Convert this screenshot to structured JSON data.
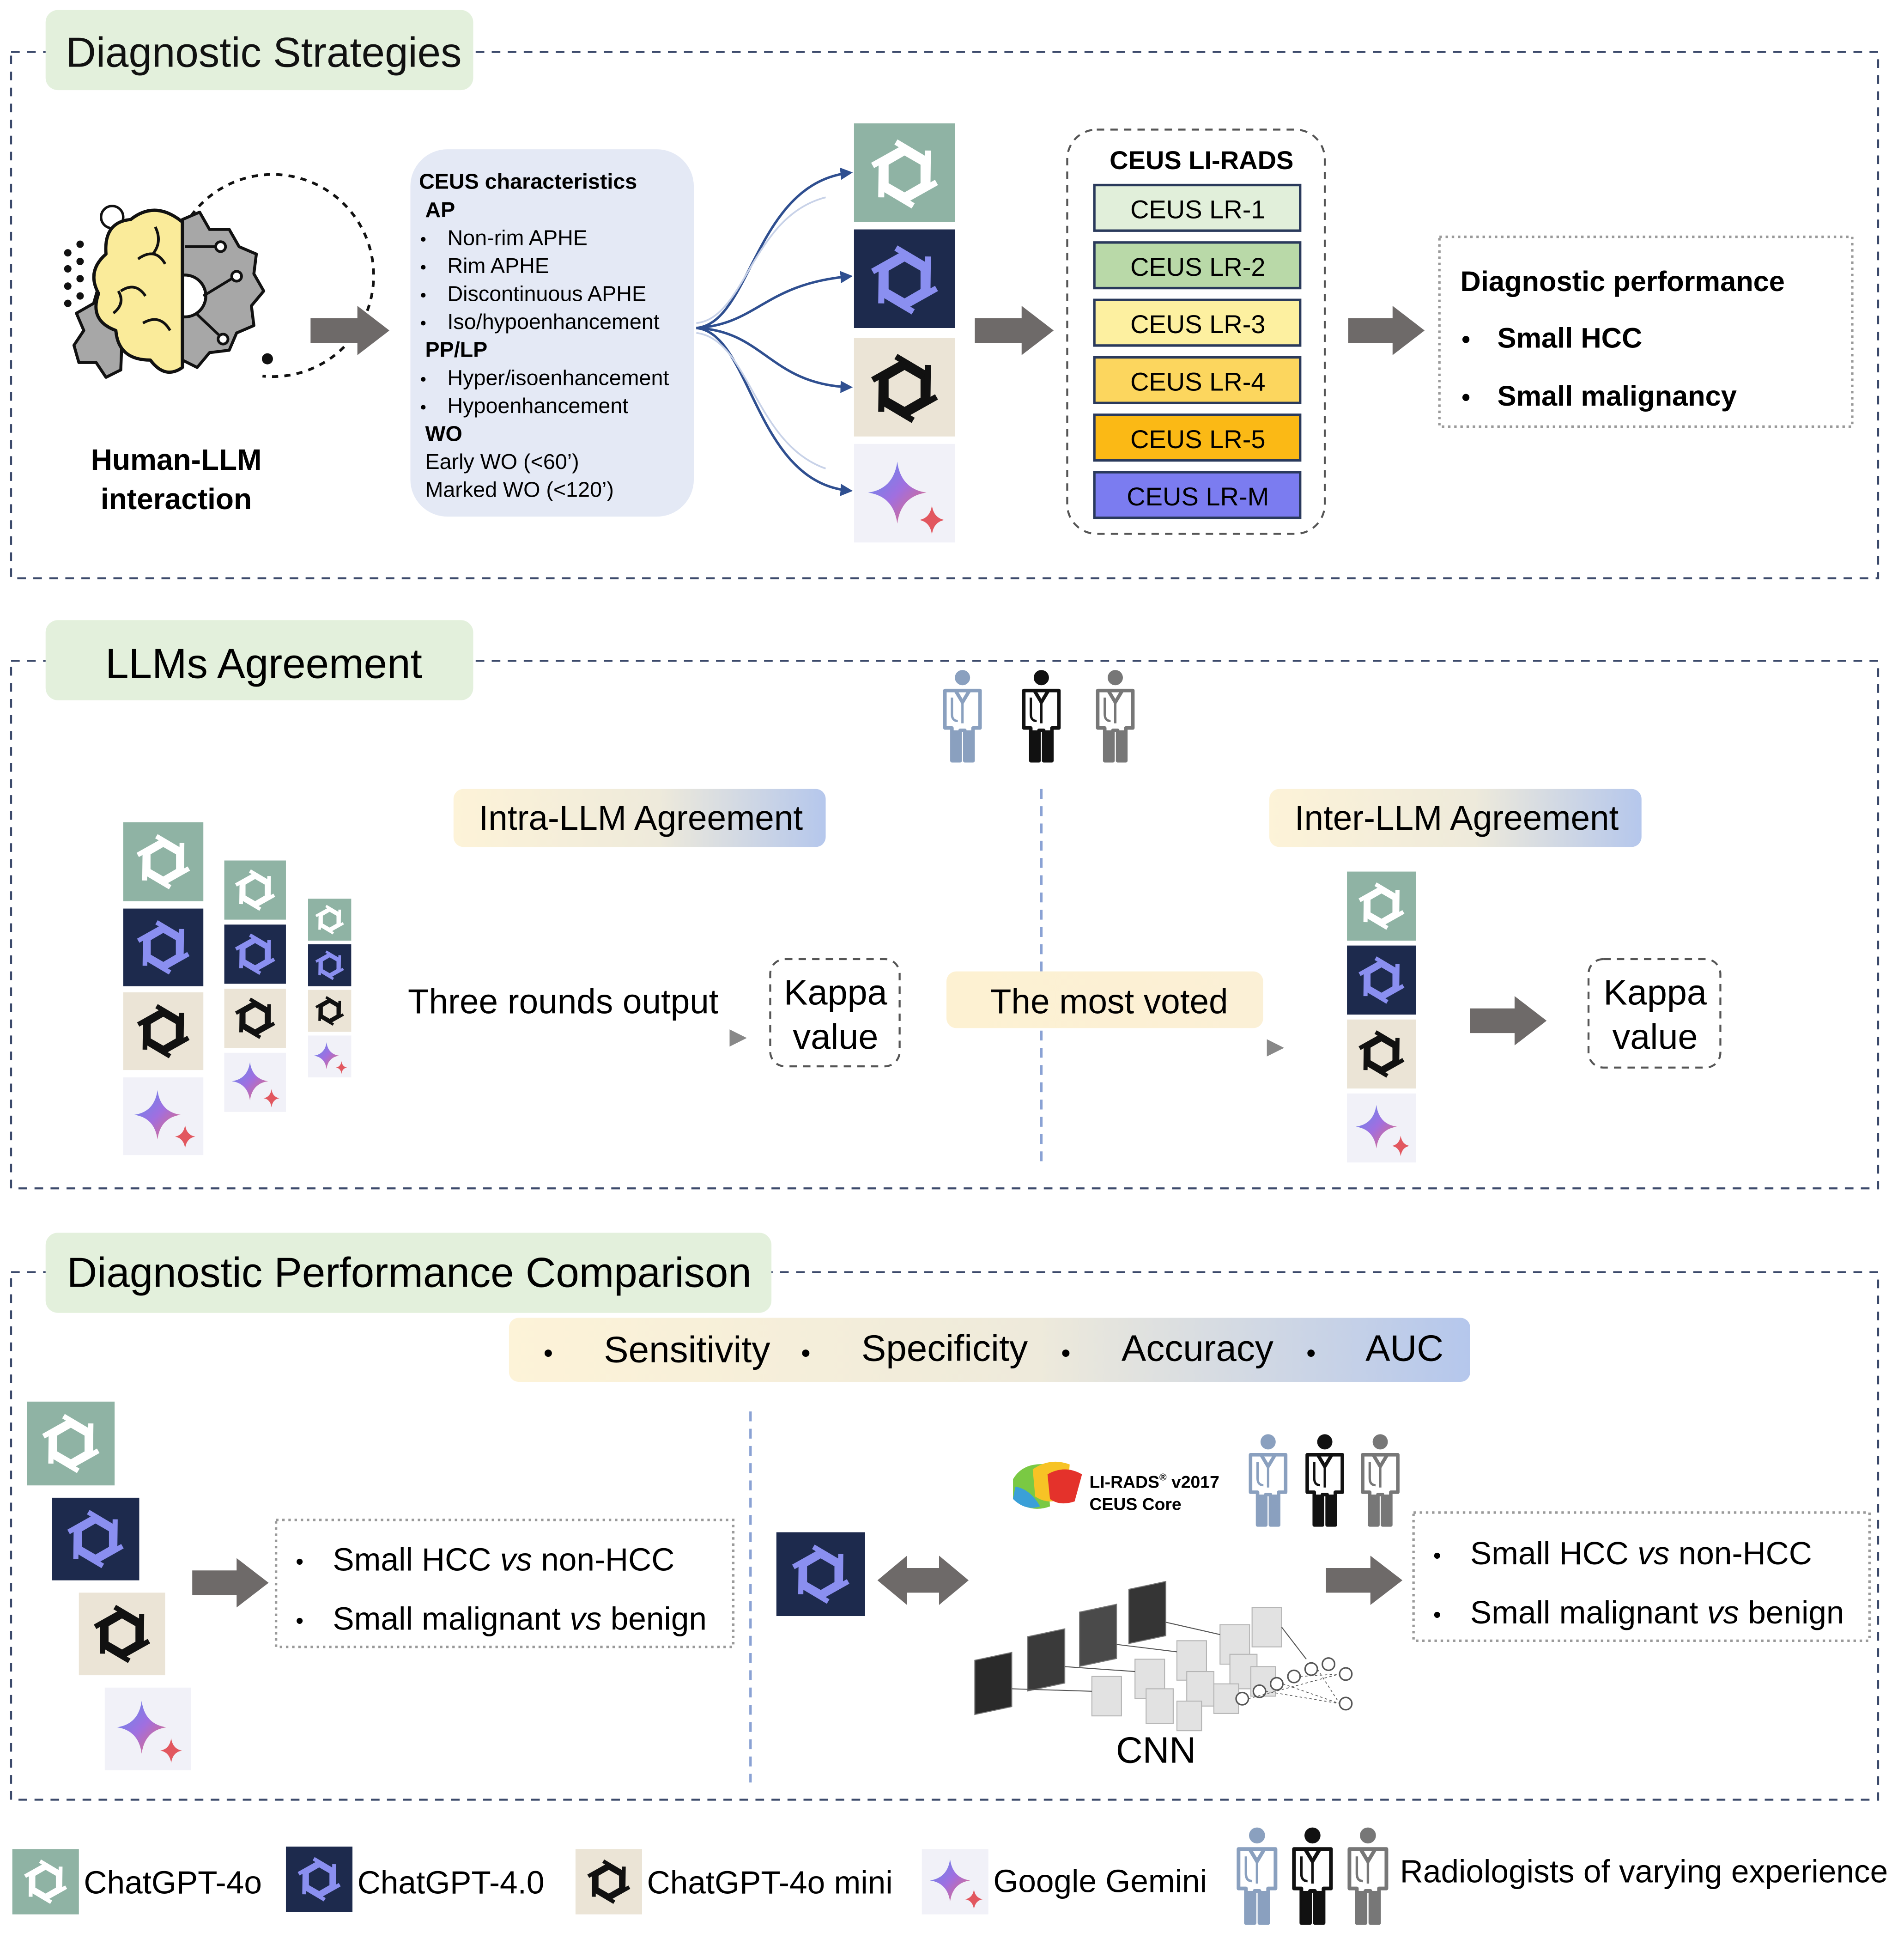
{
  "colors": {
    "title_bg": "#e3f0dc",
    "dash": "#3c4a6b",
    "arrow": "#6e6a69",
    "gpt4o_bg": "#8fb3a4",
    "gpt40_bg": "#1d2a4d",
    "gpt40_logo": "#8a8ff0",
    "gpt4omini_bg": "#ebe4d6",
    "gemini_bg": "#f1f1f8"
  },
  "icons": {
    "brain": "brain-gear-icon",
    "chatgpt": "openai-logo-icon",
    "gemini": "gemini-sparkle-icon",
    "radiologist": "radiologist-icon"
  },
  "section1": {
    "title": "Diagnostic Strategies",
    "human_llm": [
      "Human-LLM",
      "interaction"
    ],
    "ceus_box": {
      "title": "CEUS characteristics",
      "groups": [
        {
          "heading": "AP",
          "items": [
            "Non-rim APHE",
            "Rim APHE",
            "Discontinuous APHE",
            "Iso/hypoenhancement"
          ],
          "bullets": true
        },
        {
          "heading": "PP/LP",
          "items": [
            "Hyper/isoenhancement",
            "Hypoenhancement"
          ],
          "bullets": true
        },
        {
          "heading": "WO",
          "items": [
            "Early WO (<60’)",
            "Marked WO (<120’)"
          ],
          "bullets": false
        }
      ]
    },
    "lirads": {
      "title": "CEUS LI-RADS",
      "categories": [
        {
          "label": "CEUS LR-1",
          "color": "#e1efda"
        },
        {
          "label": "CEUS LR-2",
          "color": "#b9d9a8"
        },
        {
          "label": "CEUS LR-3",
          "color": "#fdf0a0"
        },
        {
          "label": "CEUS LR-4",
          "color": "#fcd65e"
        },
        {
          "label": "CEUS LR-5",
          "color": "#fbb915"
        },
        {
          "label": "CEUS LR-M",
          "color": "#7b7cf0"
        }
      ]
    },
    "performance": {
      "title": "Diagnostic performance",
      "items": [
        "Small HCC",
        "Small malignancy"
      ]
    }
  },
  "section2": {
    "title": "LLMs Agreement",
    "intra_label": "Intra-LLM Agreement",
    "inter_label": "Inter-LLM Agreement",
    "three_rounds": "Three rounds output",
    "most_voted": "The most voted",
    "kappa": [
      "Kappa",
      "value"
    ]
  },
  "section3": {
    "title": "Diagnostic Performance Comparison",
    "metrics": [
      "Sensitivity",
      "Specificity",
      "Accuracy",
      "AUC"
    ],
    "left_comparisons": [
      {
        "a": "Small HCC ",
        "vs": "vs",
        "b": " non-HCC"
      },
      {
        "a": "Small malignant ",
        "vs": "vs",
        "b": " benign"
      }
    ],
    "right_comparisons": [
      {
        "a": "Small HCC ",
        "vs": "vs",
        "b": " non-HCC"
      },
      {
        "a": "Small malignant ",
        "vs": "vs",
        "b": " benign"
      }
    ],
    "lirads_logo": [
      "LI-RADS",
      "®",
      " v2017",
      "CEUS Core"
    ],
    "cnn_label": "CNN"
  },
  "legend": {
    "items": [
      "ChatGPT-4o",
      "ChatGPT-4.0",
      "ChatGPT-4o mini",
      "Google Gemini"
    ],
    "radiologists": "Radiologists of varying experience"
  }
}
